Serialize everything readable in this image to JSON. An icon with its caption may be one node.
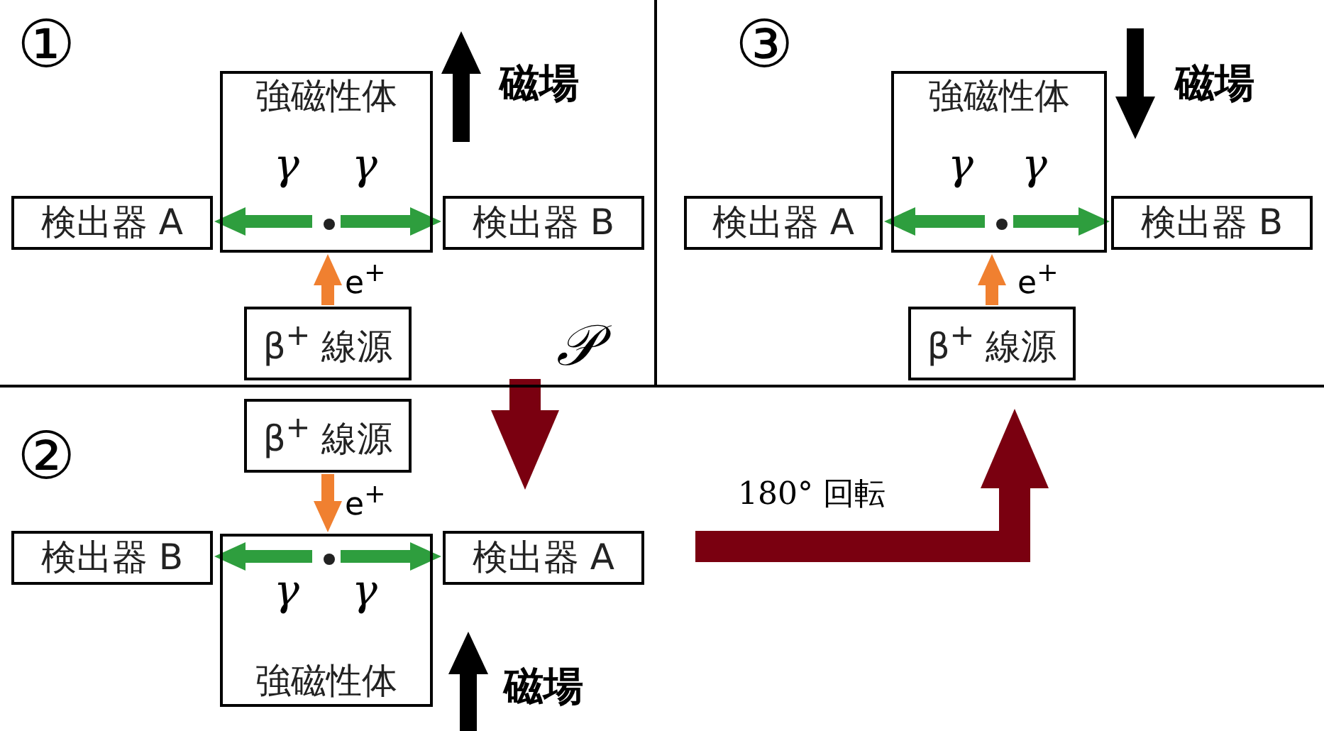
{
  "diagram": {
    "nodes": [
      {
        "text": [
          "①"
        ]
      },
      {
        "text": [
          "強磁性体"
        ],
        "in": 0
      },
      {
        "text": [],
        "shape": "circle",
        "in": 1
      },
      {
        "text": [
          "検出器 A"
        ],
        "in": 0
      },
      {
        "text": [
          "検出器 B"
        ],
        "in": 0
      },
      {
        "text": [
          "β$^{+}$ 線源"
        ],
        "in": 0
      },
      {
        "text": [
          "②"
        ]
      },
      {
        "text": [
          "β$^{+}$ 線源"
        ],
        "in": 6
      },
      {
        "text": [
          "強磁性体"
        ],
        "in": 6
      },
      {
        "text": [],
        "shape": "circle",
        "in": 8
      },
      {
        "text": [
          "検出器 B"
        ],
        "in": 6
      },
      {
        "text": [
          "検出器 A"
        ],
        "in": 6
      },
      {
        "text": [
          "③"
        ]
      },
      {
        "text": [
          "強磁性体"
        ],
        "in": 12
      },
      {
        "text": [],
        "shape": "circle",
        "in": 13
      },
      {
        "text": [
          "検出器 A"
        ],
        "in": 12
      },
      {
        "text": [
          "検出器 B"
        ],
        "in": 12
      },
      {
        "text": [
          "β$^{+}$ 線源"
        ],
        "in": 12
      }
    ],
    "edges": [
      {
        "from": 2,
        "to": 3,
        "arrow": "to",
        "label": "γ"
      },
      {
        "from": 2,
        "to": 4,
        "arrow": "to",
        "label": "γ"
      },
      {
        "from": 5,
        "to": 1,
        "arrow": "to",
        "label": "e$^{+}$",
        "color": "#f08030"
      },
      {
        "from": 9,
        "to": 10,
        "arrow": "to",
        "label": "γ"
      },
      {
        "from": 9,
        "to": 11,
        "arrow": "to",
        "label": "γ"
      },
      {
        "from": 7,
        "to": 8,
        "arrow": "to",
        "label": "e$^{+}$",
        "color": "#f08030"
      },
      {
        "from": 14,
        "to": 15,
        "arrow": "to",
        "label": "γ"
      },
      {
        "from": 14,
        "to": 16,
        "arrow": "to",
        "label": "γ"
      },
      {
        "from": 17,
        "to": 13,
        "arrow": "to",
        "label": "e$^{+}$",
        "color": "#f08030"
      },
      {
        "from": 0,
        "to": 6,
        "arrow": "to",
        "label": "𝒫",
        "style": "thick",
        "color": "#7a0010"
      },
      {
        "from": 6,
        "to": 12,
        "arrow": "to",
        "label": "180° 回転",
        "style": "thick",
        "color": "#7a0010"
      }
    ],
    "labels": [
      "磁場",
      "磁場",
      "磁場"
    ]
  }
}
